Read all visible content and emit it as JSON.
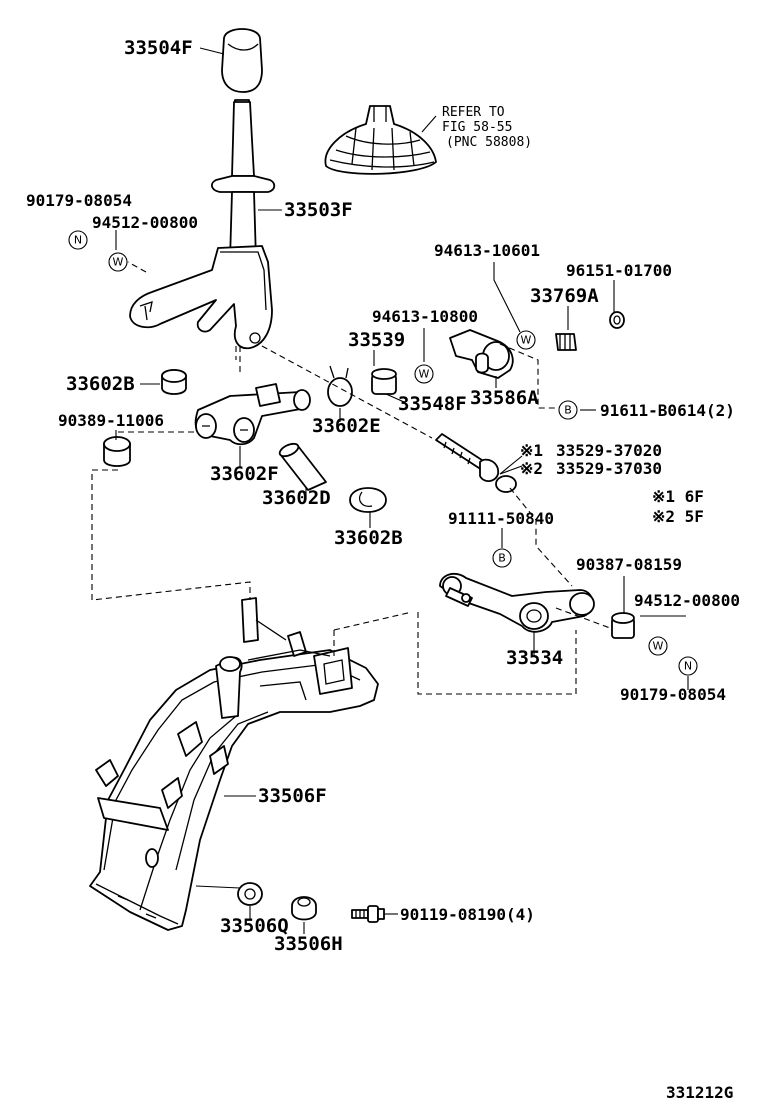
{
  "parts": {
    "p33504F": "33504F",
    "p33503F": "33503F",
    "p90179_08054_top": "90179-08054",
    "p94512_00800_top": "94512-00800",
    "p94613_10601": "94613-10601",
    "p96151_01700": "96151-01700",
    "p33769A": "33769A",
    "p94613_10800": "94613-10800",
    "p33539": "33539",
    "p33602B_top": "33602B",
    "p90389_11006": "90389-11006",
    "p33548F": "33548F",
    "p33586A": "33586A",
    "p33602E": "33602E",
    "p91611_B0614": "91611-B0614(2)",
    "p33529_37020": "33529-37020",
    "p33529_37030": "33529-37030",
    "p33602F": "33602F",
    "p33602D": "33602D",
    "p33602B_bottom": "33602B",
    "p91111_50840": "91111-50840",
    "p90387_08159": "90387-08159",
    "p94512_00800_bottom": "94512-00800",
    "p33534": "33534",
    "p90179_08054_bottom": "90179-08054",
    "p33506F": "33506F",
    "p33506Q": "33506Q",
    "p33506H": "33506H",
    "p90119_08190": "90119-08190(4)"
  },
  "refer": {
    "line1": "REFER TO",
    "line2": "FIG 58-55",
    "line3": "(PNC 58808)"
  },
  "notes": {
    "mark1": "※1",
    "mark2": "※2",
    "note1": "※1  6F",
    "note2": "※2  5F"
  },
  "symbols": {
    "N": "N",
    "W": "W",
    "B": "B"
  },
  "figure_code": "331212G"
}
